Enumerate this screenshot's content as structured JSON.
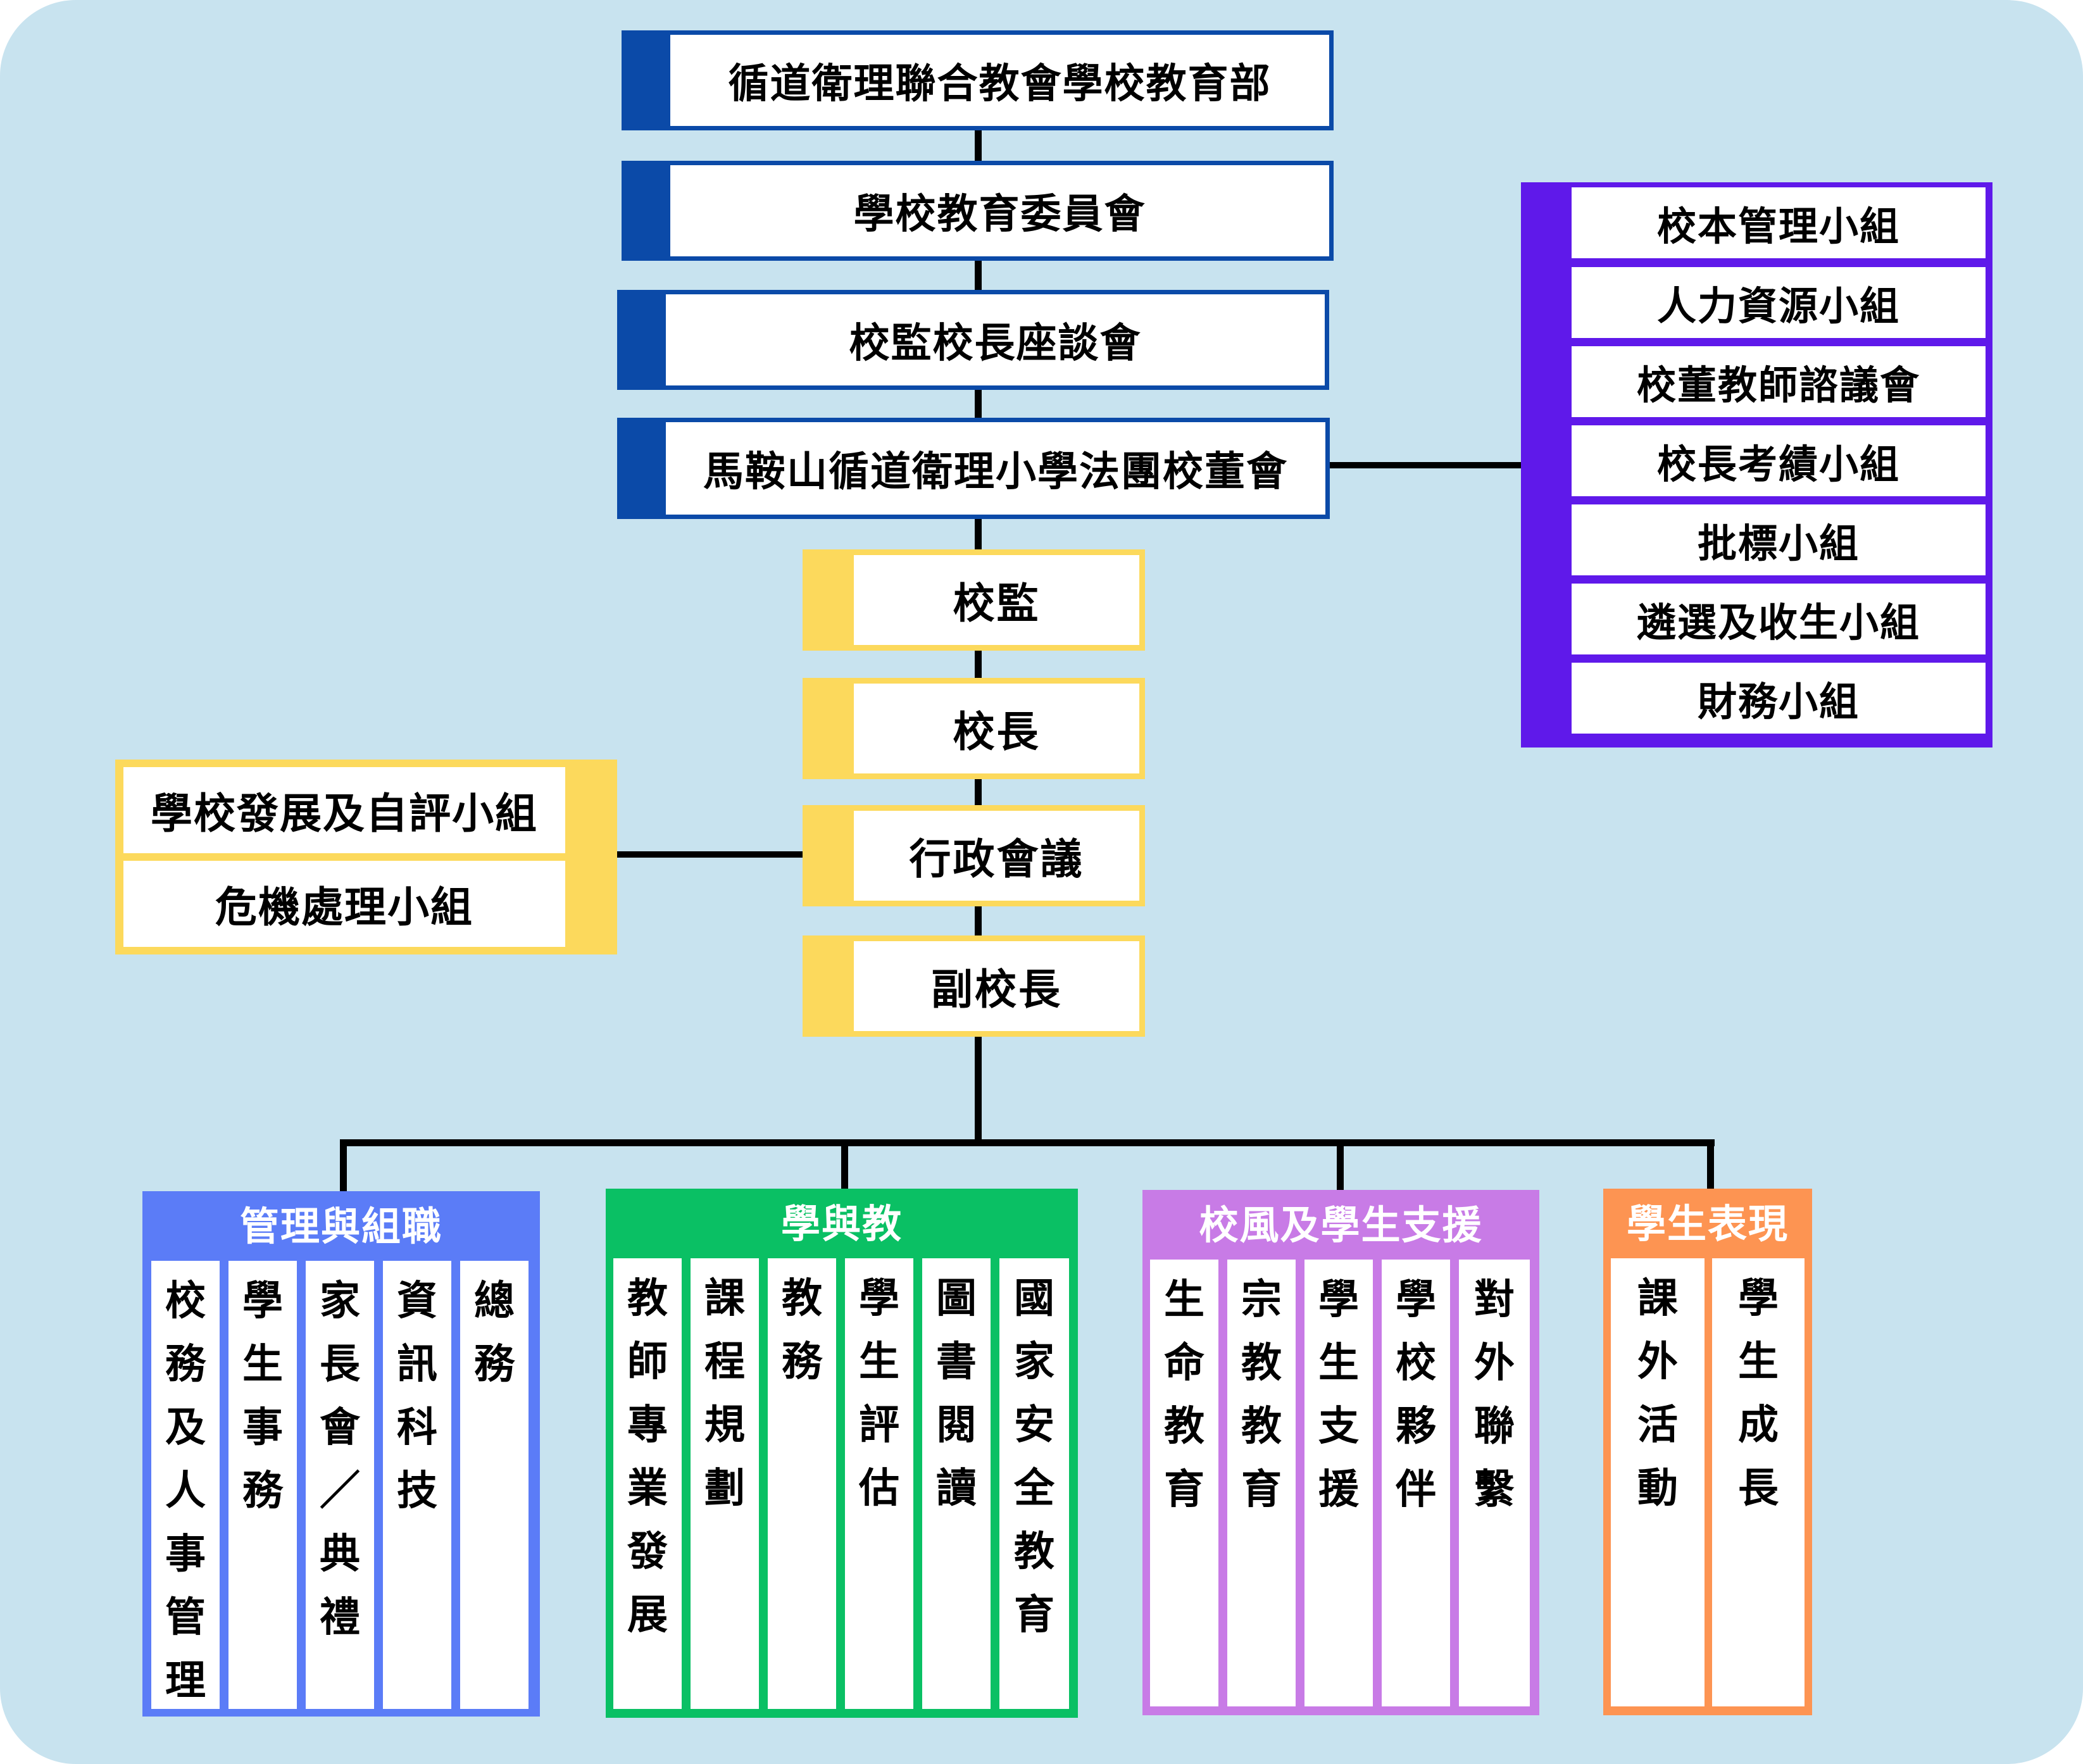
{
  "hierarchy": [
    "循道衛理聯合教會學校教育部",
    "學校教育委員會",
    "校監校長座談會",
    "馬鞍山循道衛理小學法團校董會"
  ],
  "leadership": [
    "校監",
    "校長",
    "行政會議",
    "副校長"
  ],
  "board_committees": [
    "校本管理小組",
    "人力資源小組",
    "校董教師諮議會",
    "校長考績小組",
    "批標小組",
    "遴選及收生小組",
    "財務小組"
  ],
  "admin_groups": [
    "學校發展及自評小組",
    "危機處理小組"
  ],
  "departments": [
    {
      "title": "管理與組職",
      "color": "#5b7cf7",
      "items": [
        "校務及人事管理",
        "學生事務",
        "家長會／典禮",
        "資訊科技",
        "總務"
      ]
    },
    {
      "title": "學與教",
      "color": "#0ac064",
      "items": [
        "教師專業發展",
        "課程規劃",
        "教務",
        "學生評估",
        "圖書閱讀",
        "國家安全教育"
      ]
    },
    {
      "title": "校風及學生支援",
      "color": "#c87be6",
      "items": [
        "生命教育",
        "宗教教育",
        "學生支援",
        "學校夥伴",
        "對外聯繫"
      ]
    },
    {
      "title": "學生表現",
      "color": "#fd9452",
      "items": [
        "課外活動",
        "學生成長"
      ]
    }
  ],
  "colors": {
    "background": "#c8e3ef",
    "hierarchy": "#0b4aa8",
    "leadership": "#fcd95c",
    "board": "#5f19ea"
  }
}
